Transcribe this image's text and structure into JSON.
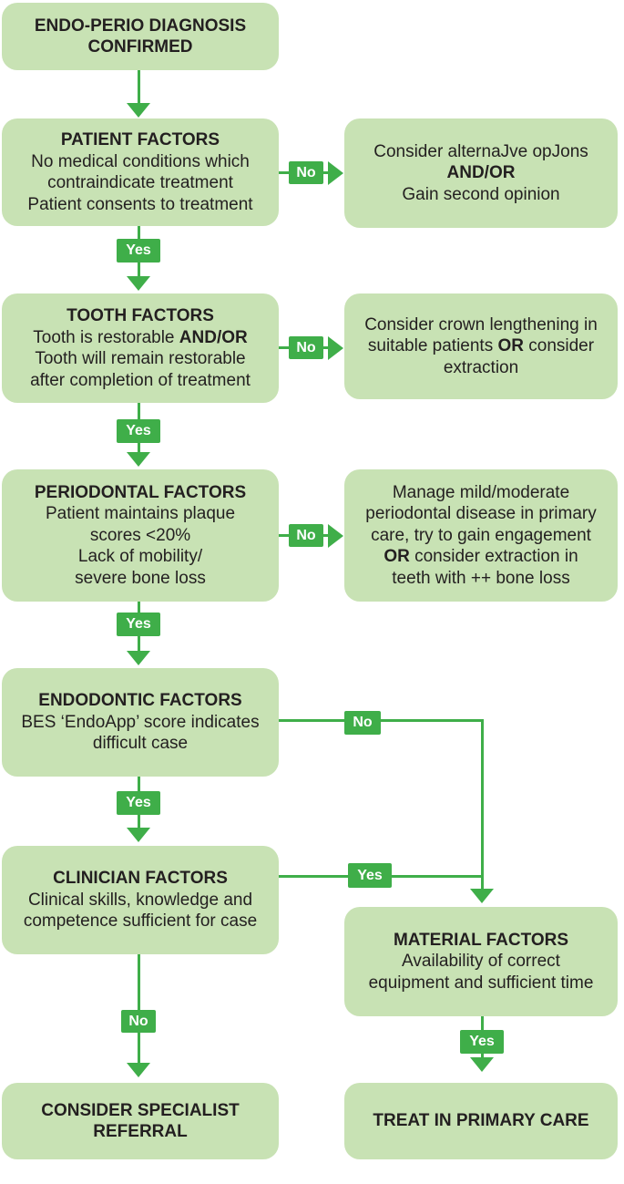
{
  "labels": {
    "yes": "Yes",
    "no": "No"
  },
  "colors": {
    "accent": "#3fae49",
    "box_fill": "#c8e2b4",
    "text": "#231f20"
  },
  "boxes": {
    "start": {
      "line1": "ENDO-PERIO DIAGNOSIS",
      "line2": "CONFIRMED"
    },
    "patient": {
      "title": "PATIENT FACTORS",
      "line1": "No medical conditions which",
      "line2": "contraindicate treatment",
      "line3": "Patient consents to treatment"
    },
    "alt_options": {
      "line1": "Consider alternaJve opJons",
      "line2": "AND/OR",
      "line3": "Gain second opinion"
    },
    "tooth": {
      "title": "TOOTH FACTORS",
      "line1a": "Tooth is restorable ",
      "line1b": "AND/OR",
      "line2": "Tooth will remain restorable",
      "line3": "after completion of treatment"
    },
    "crown": {
      "line1": "Consider crown lengthening in",
      "line2a": "suitable patients ",
      "line2b": "OR",
      "line2c": " consider",
      "line3": "extraction"
    },
    "perio": {
      "title": "PERIODONTAL FACTORS",
      "line1": "Patient maintains plaque",
      "line2": "scores <20%",
      "line3": "Lack of mobility/",
      "line4": "severe bone loss"
    },
    "manage": {
      "line1": "Manage mild/moderate",
      "line2": "periodontal disease in primary",
      "line3": "care, try to gain engagement",
      "line4a": "OR",
      "line4b": " consider extraction in",
      "line5": "teeth with ++ bone loss"
    },
    "endo": {
      "title": "ENDODONTIC FACTORS",
      "line1": "BES ‘EndoApp’ score indicates",
      "line2": "difficult case"
    },
    "clinician": {
      "title": "CLINICIAN FACTORS",
      "line1": "Clinical skills, knowledge and",
      "line2": "competence sufficient for case"
    },
    "material": {
      "title": "MATERIAL FACTORS",
      "line1": "Availability of correct",
      "line2": "equipment and sufficient time"
    },
    "referral": {
      "line1": "CONSIDER SPECIALIST",
      "line2": "REFERRAL"
    },
    "treat": {
      "line1": "TREAT IN PRIMARY CARE"
    }
  }
}
